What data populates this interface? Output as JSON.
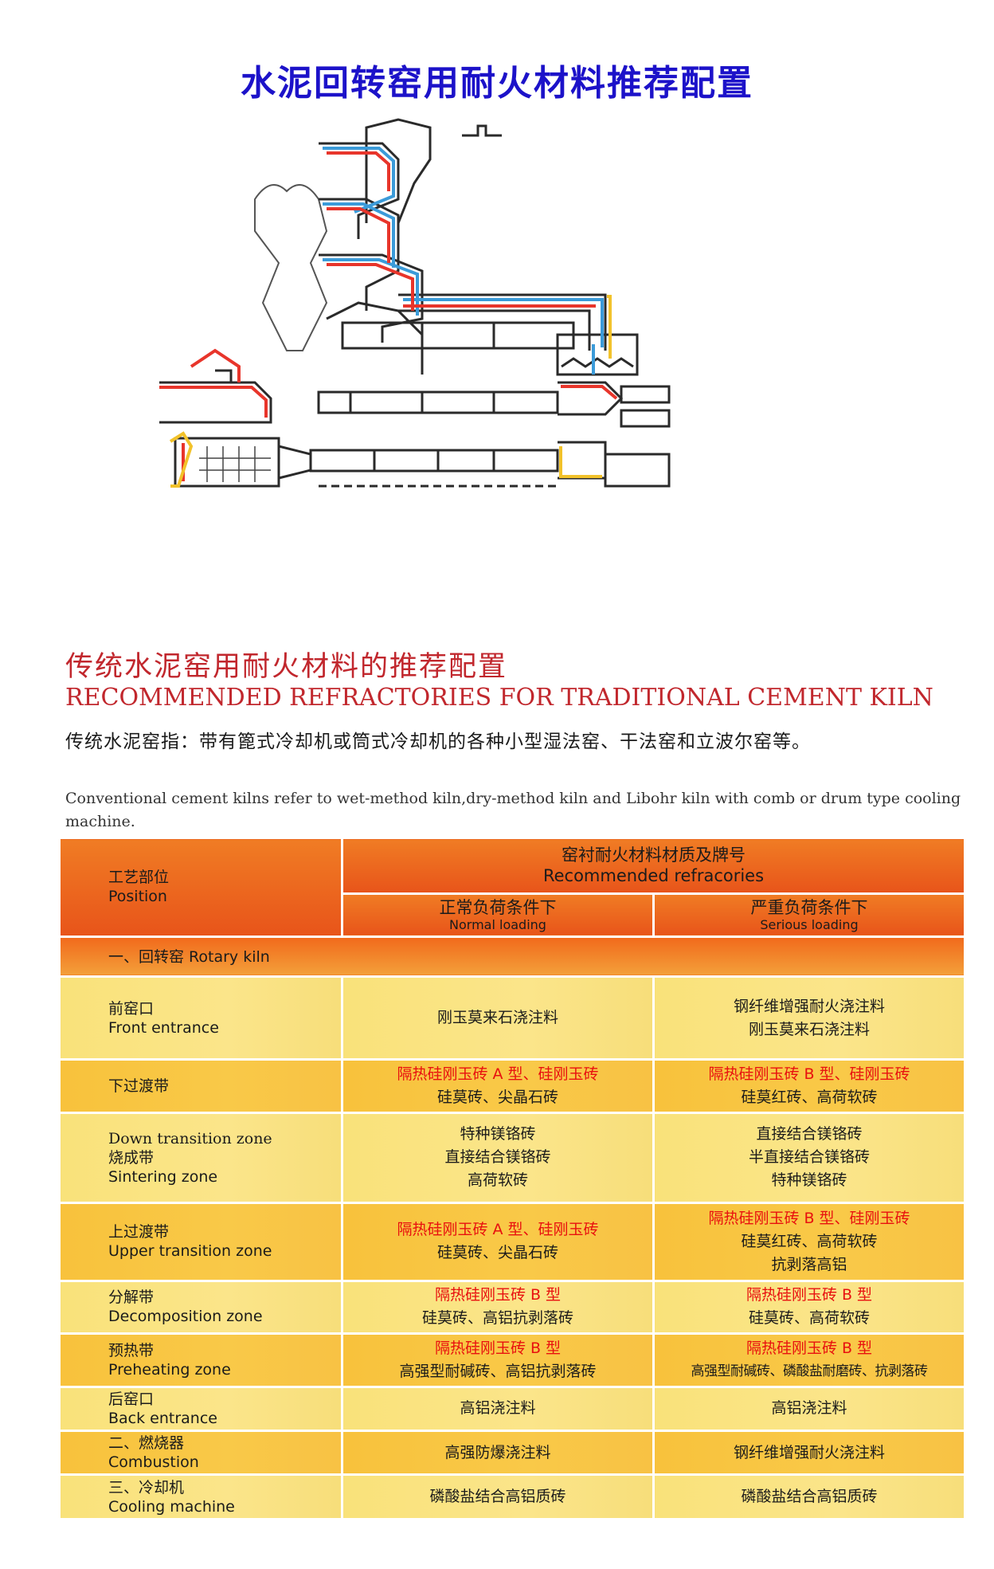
{
  "page": {
    "title": "水泥回转窑用耐火材料推荐配置",
    "heading_cn": "传统水泥窑用耐火材料的推荐配置",
    "heading_en": "RECOMMENDED REFRACTORIES FOR TRADITIONAL CEMENT KILN",
    "desc_cn": "传统水泥窑指：带有篦式冷却机或筒式冷却机的各种小型湿法窑、干法窑和立波尔窑等。",
    "desc_en": "Conventional cement kilns refer to wet-method kiln,dry-method kiln and Libohr kiln with comb or drum type cooling machine."
  },
  "colors": {
    "title_blue": "#1c12c9",
    "heading_red": "#c1272d",
    "header_orange": "#ee6a1e",
    "row_yellow_light": "#fbe58a",
    "row_yellow_dark": "#f9c948",
    "highlight_red": "#e8100f",
    "diagram_blue": "#3b9bd9",
    "diagram_red": "#e8352b",
    "diagram_yellow": "#f2c22a"
  },
  "table": {
    "header": {
      "position_cn": "工艺部位",
      "position_en": "Position",
      "group_cn": "窑衬耐火材料材质及牌号",
      "group_en": "Recommended refracories",
      "normal_cn": "正常负荷条件下",
      "normal_en": "Normal loading",
      "serious_cn": "严重负荷条件下",
      "serious_en": "Serious loading"
    },
    "section_rotary": "一、回转窑 Rotary kiln",
    "rows": [
      {
        "pos_cn": "前窑口",
        "pos_en": "Front entrance",
        "normal": [
          {
            "t": "刚玉莫来石浇注料"
          }
        ],
        "serious": [
          {
            "t": "钢纤维增强耐火浇注料"
          },
          {
            "t": "刚玉莫来石浇注料"
          }
        ]
      },
      {
        "pos_cn": "下过渡带",
        "pos_en": "",
        "normal": [
          {
            "t": "隔热硅刚玉砖 A 型、硅刚玉砖",
            "red": true
          },
          {
            "t": "硅莫砖、尖晶石砖"
          }
        ],
        "serious": [
          {
            "t": "隔热硅刚玉砖 B 型、硅刚玉砖",
            "red": true
          },
          {
            "t": "硅莫红砖、高荷软砖"
          }
        ]
      },
      {
        "pos_cn": "烧成带",
        "pos_en": "Sintering zone",
        "pos_pre": "Down transition zone",
        "normal": [
          {
            "t": "特种镁铬砖"
          },
          {
            "t": "直接结合镁铬砖"
          },
          {
            "t": "高荷软砖"
          }
        ],
        "serious": [
          {
            "t": "直接结合镁铬砖"
          },
          {
            "t": "半直接结合镁铬砖"
          },
          {
            "t": "特种镁铬砖"
          }
        ]
      },
      {
        "pos_cn": "上过渡带",
        "pos_en": "Upper transition zone",
        "normal": [
          {
            "t": "隔热硅刚玉砖 A 型、硅刚玉砖",
            "red": true
          },
          {
            "t": "硅莫砖、尖晶石砖"
          }
        ],
        "serious": [
          {
            "t": "隔热硅刚玉砖 B 型、硅刚玉砖",
            "red": true
          },
          {
            "t": "硅莫红砖、高荷软砖"
          },
          {
            "t": "抗剥落高铝"
          }
        ]
      },
      {
        "pos_cn": "分解带",
        "pos_en": "Decomposition zone",
        "normal": [
          {
            "t": "隔热硅刚玉砖 B 型",
            "red": true
          },
          {
            "t": "硅莫砖、高铝抗剥落砖"
          }
        ],
        "serious": [
          {
            "t": "隔热硅刚玉砖 B 型",
            "red": true
          },
          {
            "t": "硅莫砖、高荷软砖"
          }
        ]
      },
      {
        "pos_cn": "预热带",
        "pos_en": "Preheating zone",
        "normal": [
          {
            "t": "隔热硅刚玉砖 B 型",
            "red": true
          },
          {
            "t": "高强型耐碱砖、高铝抗剥落砖"
          }
        ],
        "serious": [
          {
            "t": "隔热硅刚玉砖 B 型",
            "red": true
          },
          {
            "t": "高强型耐碱砖、磷酸盐耐磨砖、抗剥落砖",
            "small": true
          }
        ]
      },
      {
        "pos_cn": "后窑口",
        "pos_en": "Back entrance",
        "normal": [
          {
            "t": "高铝浇注料"
          }
        ],
        "serious": [
          {
            "t": "高铝浇注料"
          }
        ]
      },
      {
        "pos_cn": "二、燃烧器",
        "pos_en": "Combustion",
        "normal": [
          {
            "t": "高强防爆浇注料"
          }
        ],
        "serious": [
          {
            "t": "钢纤维增强耐火浇注料"
          }
        ]
      },
      {
        "pos_cn": "三、冷却机",
        "pos_en": "Cooling machine",
        "normal": [
          {
            "t": "磷酸盐结合高铝质砖"
          }
        ],
        "serious": [
          {
            "t": "磷酸盐结合高铝质砖"
          }
        ]
      }
    ]
  }
}
